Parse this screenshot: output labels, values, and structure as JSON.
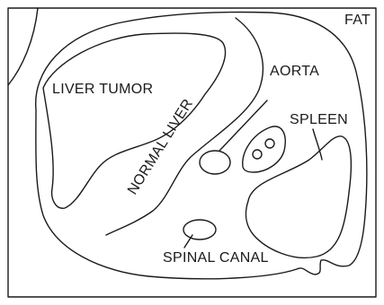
{
  "labels": {
    "fat": "FAT",
    "liver_tumor": "LIVER TUMOR",
    "normal_liver": "NORMAL LIVER",
    "aorta": "AORTA",
    "spleen": "SPLEEN",
    "spinal_canal": "SPINAL CANAL"
  },
  "colors": {
    "line": "#1a1a1a",
    "background": "#ffffff"
  }
}
